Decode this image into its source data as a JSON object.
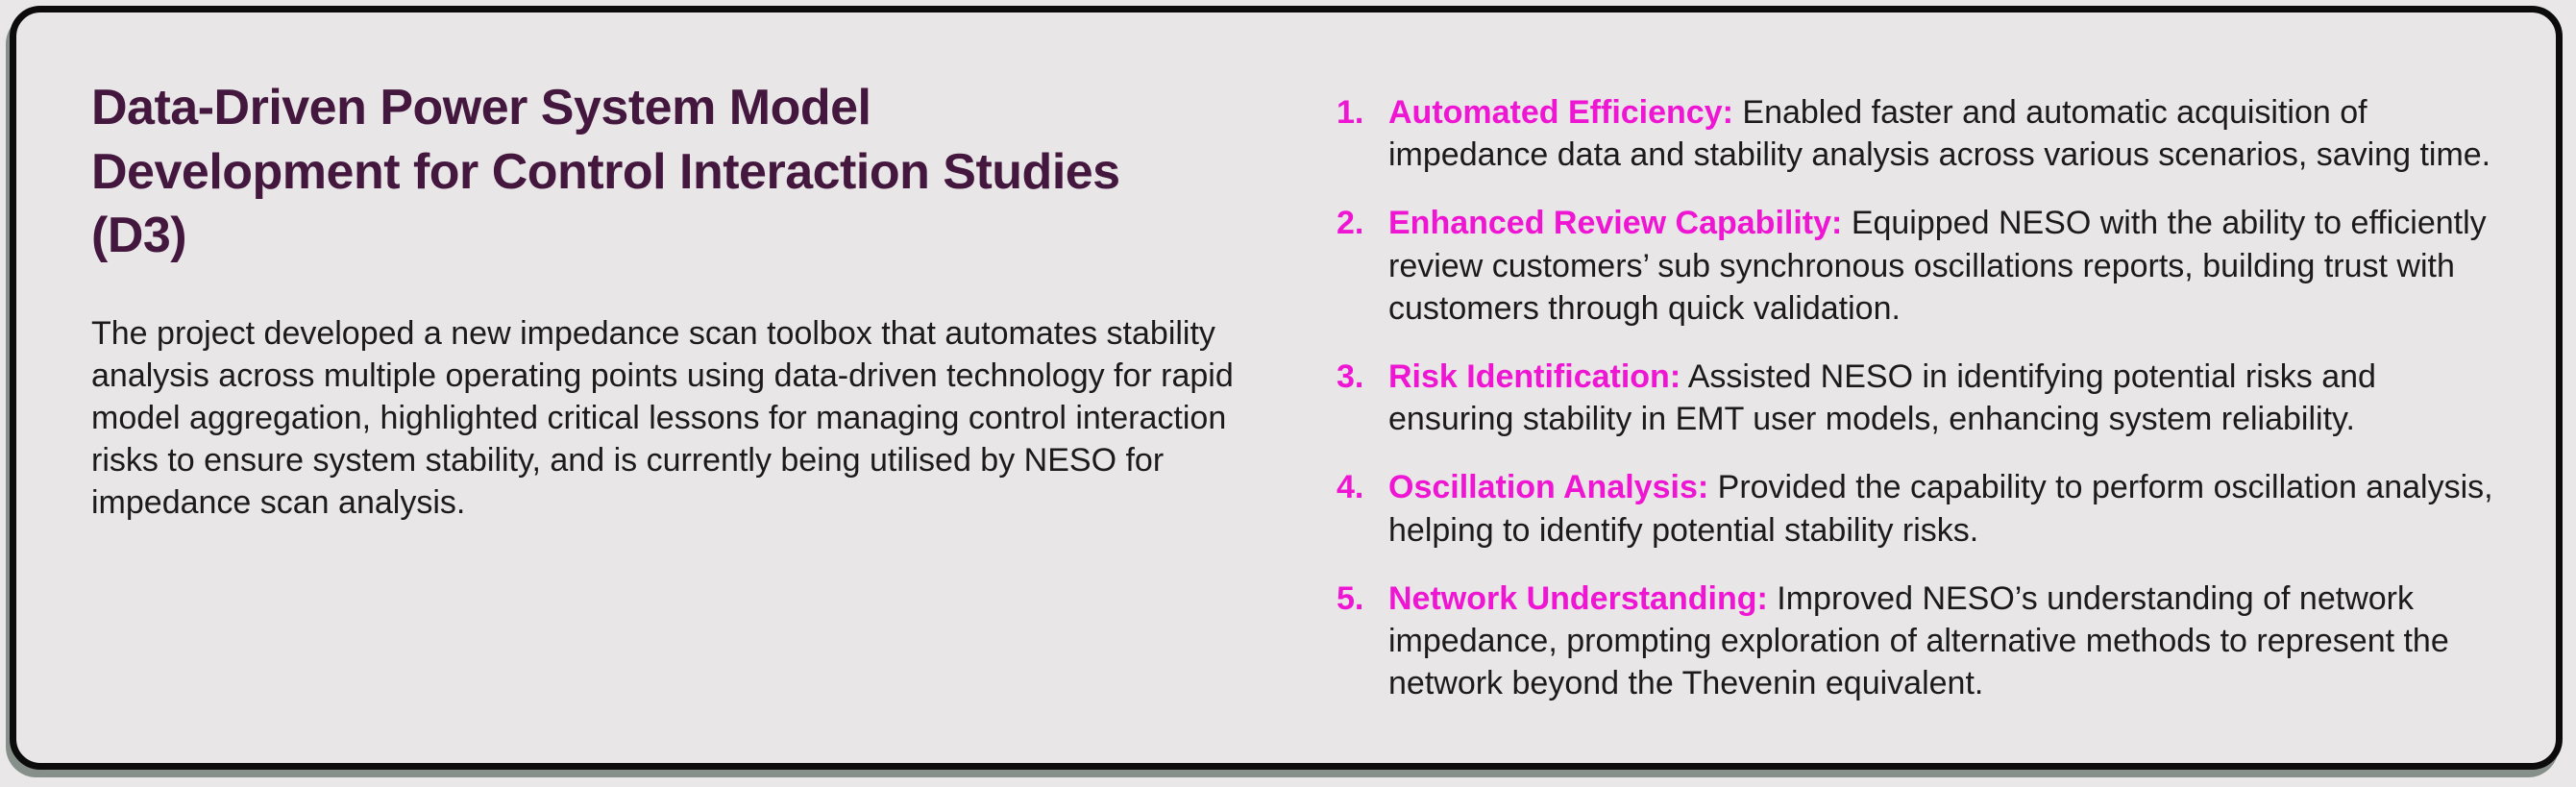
{
  "card": {
    "title": "Data-Driven Power System Model Development for Control Interaction Studies (D3)",
    "description": "The project developed a new impedance scan toolbox that automates stability analysis across multiple operating points using data-driven technology for rapid model aggregation, highlighted critical lessons for managing control interaction risks to ensure system stability, and is currently being utilised by NESO for impedance scan analysis.",
    "benefits": [
      {
        "number": "1.",
        "label": "Automated Efficiency:",
        "text": "Enabled faster and automatic acquisition of impedance data and stability analysis across various scenarios, saving time."
      },
      {
        "number": "2.",
        "label": "Enhanced Review Capability:",
        "text": "Equipped NESO with the ability to efficiently review customers’ sub synchronous oscillations reports, building trust with customers through quick validation."
      },
      {
        "number": "3.",
        "label": "Risk Identification:",
        "text": "Assisted NESO in identifying potential risks and ensuring stability in EMT user models, enhancing system reliability."
      },
      {
        "number": "4.",
        "label": "Oscillation Analysis:",
        "text": "Provided the capability to perform oscillation analysis, helping to identify potential stability risks."
      },
      {
        "number": "5.",
        "label": "Network Understanding:",
        "text": "Improved NESO’s understanding of network impedance, prompting exploration of alternative methods to represent the network beyond the Thevenin equivalent."
      }
    ],
    "colors": {
      "heading": "#44173e",
      "accent": "#ee16d3",
      "body_text": "#1b1b1b",
      "card_background": "#e8e6e7",
      "border": "#0c0c0c"
    }
  }
}
